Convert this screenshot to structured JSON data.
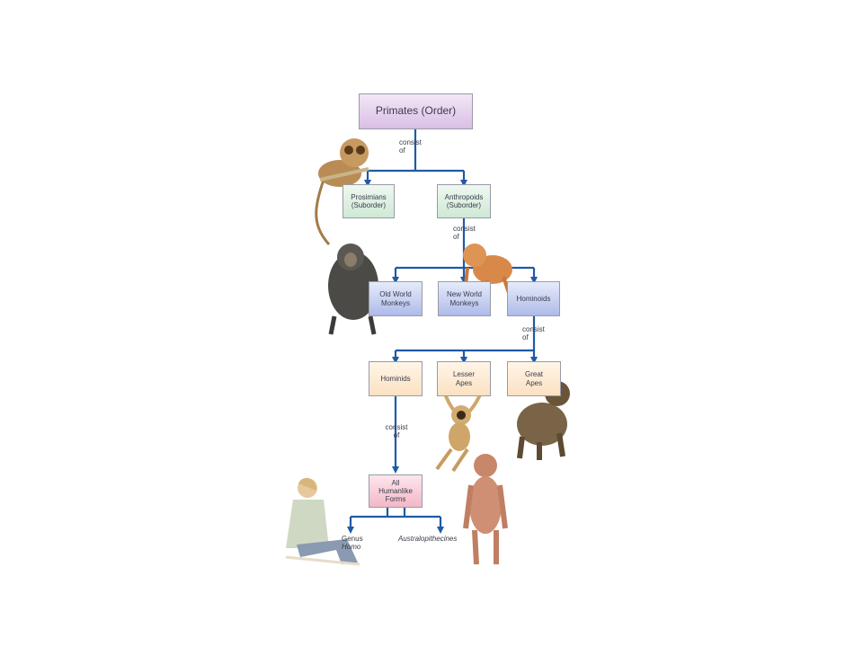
{
  "diagram": {
    "root": "Primates (Order)",
    "connector_label": "consist\nof",
    "suborders": {
      "prosimians": "Prosimians\n(Suborder)",
      "anthropoids": "Anthropoids\n(Suborder)"
    },
    "anthropoid_groups": {
      "old_world": "Old World\nMonkeys",
      "new_world": "New World\nMonkeys",
      "hominoids": "Hominoids"
    },
    "hominoid_groups": {
      "hominids": "Hominids",
      "lesser_apes": "Lesser\nApes",
      "great_apes": "Great\nApes"
    },
    "humanlike": "All\nHumanlike\nForms",
    "leaves": {
      "genus_line1": "Genus",
      "genus_line2": "Homo",
      "australopithecines": "Australopithecines"
    },
    "colors": {
      "arrow": "#1f5aa6",
      "root_box": "#e4cdee",
      "suborder_box": "#d8eedd",
      "anthropoid_box": "#b9c5ec",
      "hominoid_box": "#fde6cc",
      "humanlike_box": "#f5c3cf"
    }
  }
}
